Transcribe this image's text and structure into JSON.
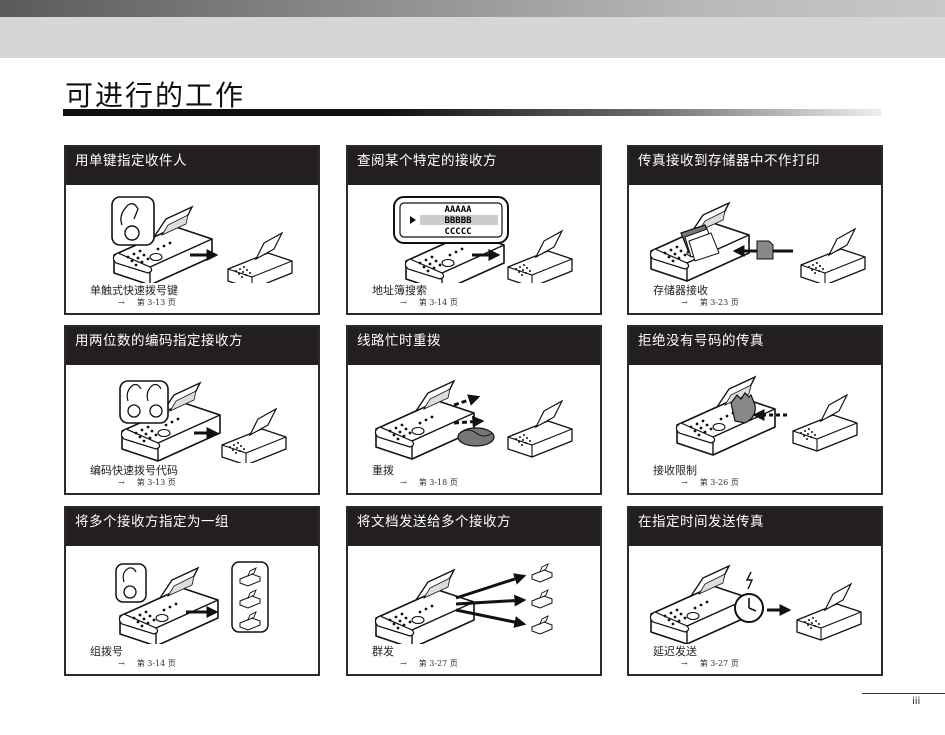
{
  "header": {
    "page_title": "可进行的工作"
  },
  "cards": [
    {
      "title": "用单键指定收件人",
      "label": "单触式快速拨号键",
      "ref_arrow": "→",
      "ref": "第 3-13 页"
    },
    {
      "title": "查阅某个特定的接收方",
      "label": "地址簿搜索",
      "ref_arrow": "→",
      "ref": "第 3-14 页",
      "screen_lines": [
        "AAAAA",
        "BBBBB",
        "CCCCC"
      ]
    },
    {
      "title": "传真接收到存储器中不作打印",
      "label": "存储器接收",
      "ref_arrow": "→",
      "ref": "第 3-23 页"
    },
    {
      "title": "用两位数的编码指定接收方",
      "label": "编码快速拨号代码",
      "ref_arrow": "→",
      "ref": "第 3-13 页"
    },
    {
      "title": "线路忙时重拨",
      "label": "重拨",
      "ref_arrow": "→",
      "ref": "第 3-18 页"
    },
    {
      "title": "拒绝没有号码的传真",
      "label": "接收限制",
      "ref_arrow": "→",
      "ref": "第 3-26 页"
    },
    {
      "title": "将多个接收方指定为一组",
      "label": "组拨号",
      "ref_arrow": "→",
      "ref": "第 3-14 页"
    },
    {
      "title": "将文档发送给多个接收方",
      "label": "群发",
      "ref_arrow": "→",
      "ref": "第 3-27 页"
    },
    {
      "title": "在指定时间发送传真",
      "label": "延迟发送",
      "ref_arrow": "→",
      "ref": "第 3-27 页"
    }
  ],
  "footer": {
    "page_number": "iii"
  }
}
